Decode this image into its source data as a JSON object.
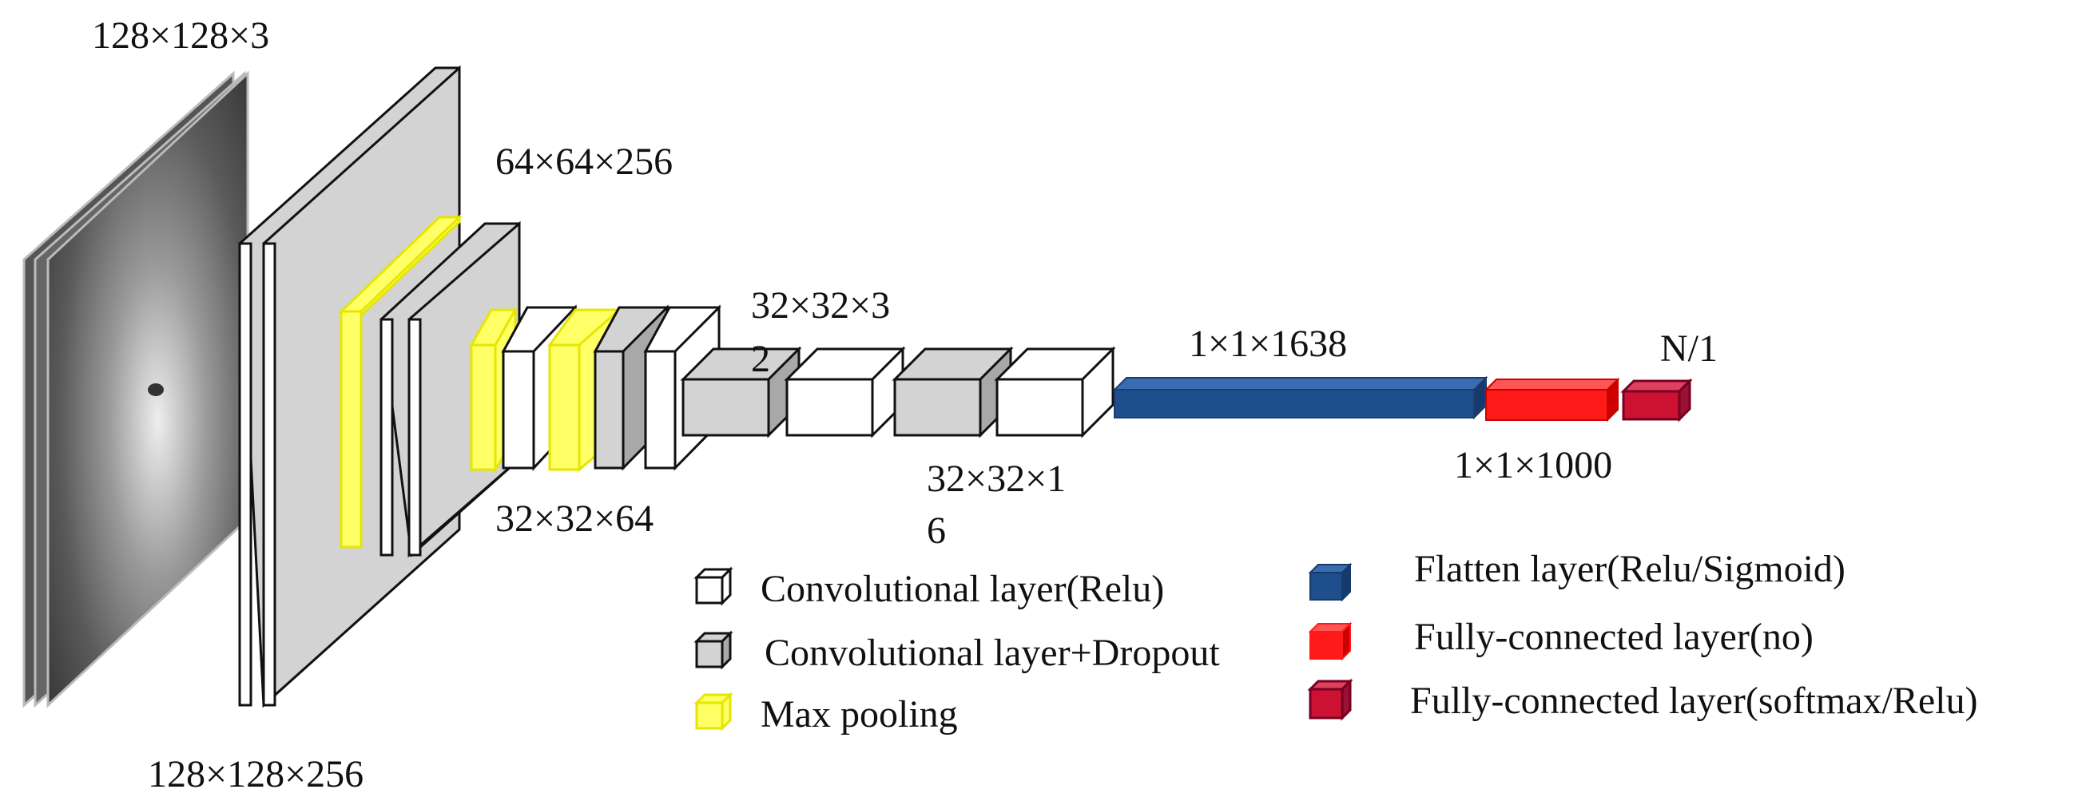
{
  "diagram": {
    "input_dims": "128×128×3",
    "conv1_dims": "128×128×256",
    "pool1_dims": "64×64×256",
    "block3_dims": "32×32×64",
    "block4_dims_line1": "32×32×3",
    "block4_dims_line2": "2",
    "block5_dims_line1": "32×32×1",
    "block5_dims_line2": "6",
    "flatten_dims": "1×1×1638",
    "fc1_dims": "1×1×1000",
    "output_dims": "N/1"
  },
  "legend": {
    "conv_relu": "Convolutional layer(Relu)",
    "conv_dropout": "Convolutional layer+Dropout",
    "max_pooling": "Max pooling",
    "flatten": "Flatten layer(Relu/Sigmoid)",
    "fc_no": "Fully-connected layer(no)",
    "fc_softmax": "Fully-connected layer(softmax/Relu)"
  },
  "colors": {
    "conv_relu": "#ffffff",
    "conv_dropout": "#d3d3d3",
    "max_pooling": "#ffff66",
    "flatten": "#1f4e8c",
    "fc_no": "#ff1a1a",
    "fc_softmax": "#cc1133"
  },
  "icons": [
    "satellite-image-icon",
    "cube-icon"
  ]
}
